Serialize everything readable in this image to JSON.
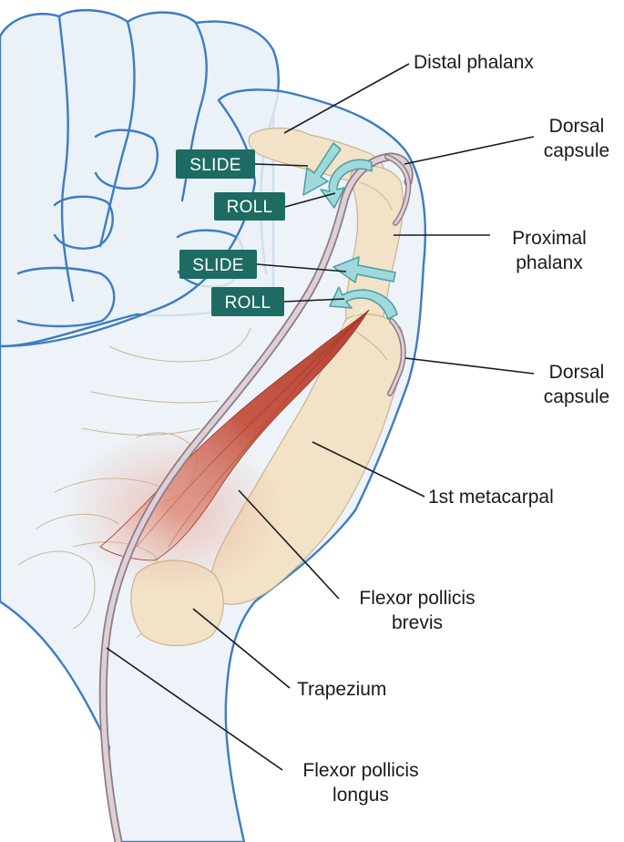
{
  "labels": {
    "distal_phalanx": "Distal phalanx",
    "dorsal_capsule_top_1": "Dorsal",
    "dorsal_capsule_top_2": "capsule",
    "proximal_phalanx_1": "Proximal",
    "proximal_phalanx_2": "phalanx",
    "dorsal_capsule_bottom_1": "Dorsal",
    "dorsal_capsule_bottom_2": "capsule",
    "first_metacarpal": "1st metacarpal",
    "flexor_pollicis_brevis_1": "Flexor pollicis",
    "flexor_pollicis_brevis_2": "brevis",
    "trapezium": "Trapezium",
    "flexor_pollicis_longus_1": "Flexor pollicis",
    "flexor_pollicis_longus_2": "longus"
  },
  "motion_tags": {
    "slide_top": "SLIDE",
    "roll_top": "ROLL",
    "slide_bottom": "SLIDE",
    "roll_bottom": "ROLL"
  },
  "colors": {
    "tag_fill": "#1d6b63",
    "arrow_fill": "#9fd9db",
    "skin_outline": "#3d7cc2",
    "muscle_red": "#c0392b",
    "bone": "#f1e2c8"
  }
}
